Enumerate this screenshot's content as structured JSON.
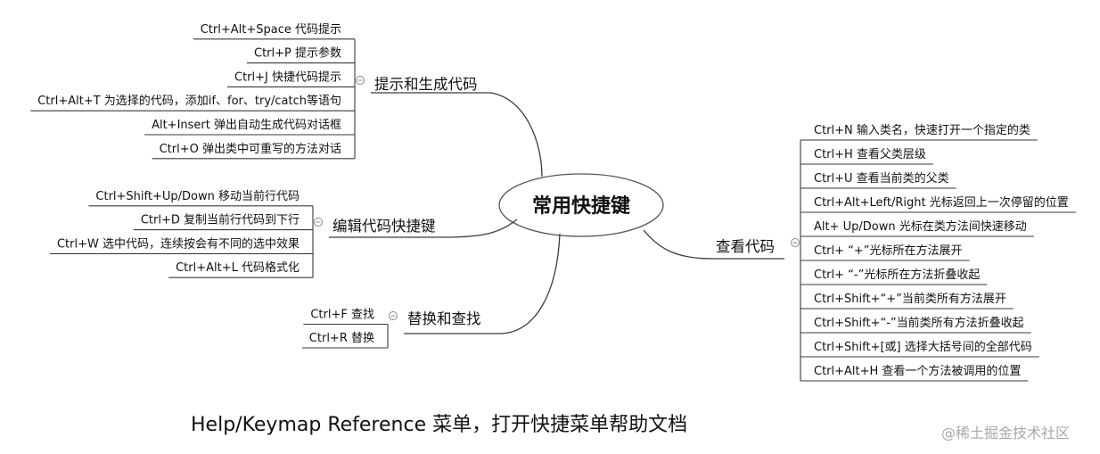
{
  "center": {
    "label": "常用快捷键"
  },
  "branches": [
    {
      "id": "hint",
      "label": "提示和生成代码",
      "items": [
        "Ctrl+Alt+Space 代码提示",
        "Ctrl+P 提示参数",
        "Ctrl+J 快捷代码提示",
        "Ctrl+Alt+T 为选择的代码，添加if、for、try/catch等语句",
        "Alt+Insert 弹出自动生成代码对话框",
        "Ctrl+O 弹出类中可重写的方法对话"
      ]
    },
    {
      "id": "edit",
      "label": "编辑代码快捷键",
      "items": [
        "Ctrl+Shift+Up/Down 移动当前行代码",
        "Ctrl+D 复制当前行代码到下行",
        "Ctrl+W 选中代码，连续按会有不同的选中效果",
        "Ctrl+Alt+L 代码格式化"
      ]
    },
    {
      "id": "find",
      "label": "替换和查找",
      "items": [
        "Ctrl+F 查找",
        "Ctrl+R 替换"
      ]
    },
    {
      "id": "view",
      "label": "查看代码",
      "items": [
        "Ctrl+N 输入类名，快速打开一个指定的类",
        "Ctrl+H 查看父类层级",
        "Ctrl+U 查看当前类的父类",
        "Ctrl+Alt+Left/Right 光标返回上一次停留的位置",
        "Alt+ Up/Down 光标在类方法间快速移动",
        "Ctrl+ “+”光标所在方法展开",
        "Ctrl+ “-”光标所在方法折叠收起",
        "Ctrl+Shift+“+”当前类所有方法展开",
        "Ctrl+Shift+“-”当前类所有方法折叠收起",
        "Ctrl+Shift+[或] 选择大括号间的全部代码",
        "Ctrl+Alt+H 查看一个方法被调用的位置"
      ]
    }
  ],
  "caption": "Help/Keymap Reference 菜单，打开快捷菜单帮助文档",
  "watermark": "@稀土掘金技术社区"
}
